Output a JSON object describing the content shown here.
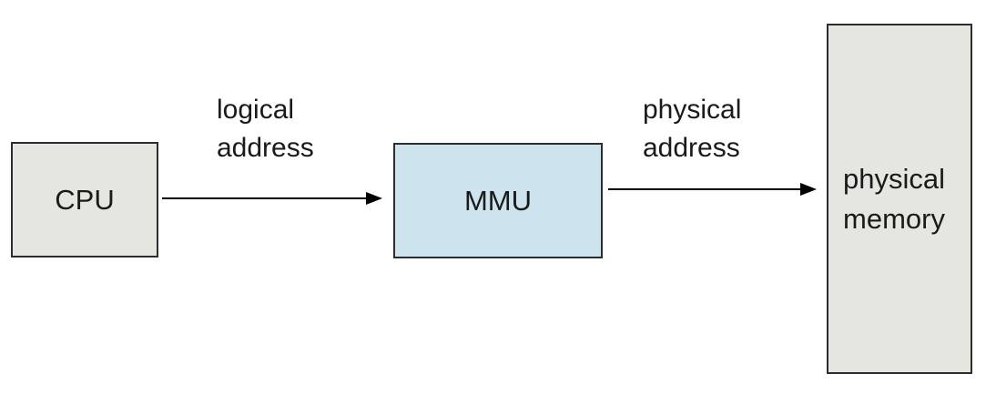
{
  "diagram": {
    "description": "Dynamic relocation using a memory-management unit (MMU): CPU sends a logical address to the MMU, which outputs a physical address to physical memory.",
    "nodes": {
      "cpu": {
        "label": "CPU",
        "fill": "gray"
      },
      "mmu": {
        "label": "MMU",
        "fill": "blue"
      },
      "memory": {
        "label": "physical memory",
        "fill": "gray"
      }
    },
    "edges": {
      "cpu_to_mmu": {
        "from": "cpu",
        "to": "mmu",
        "label": "logical address"
      },
      "mmu_to_memory": {
        "from": "mmu",
        "to": "memory",
        "label": "physical address"
      }
    }
  },
  "colors": {
    "node_fill_gray": "#e6e6e1",
    "node_fill_blue": "#cde4ef",
    "node_border": "#2d2d2d",
    "arrow": "#000000",
    "text": "#1a1a1a",
    "background": "#ffffff"
  }
}
